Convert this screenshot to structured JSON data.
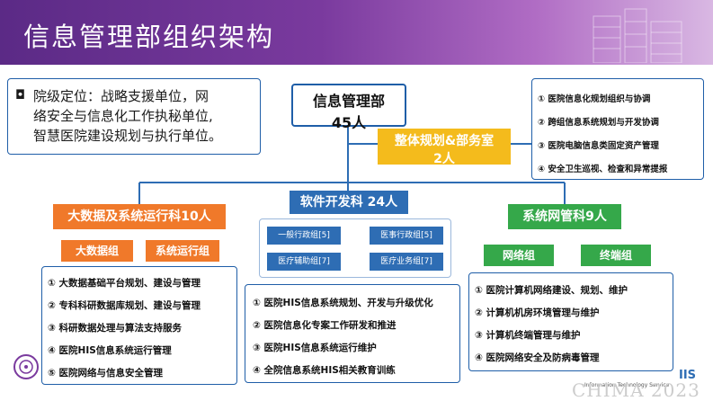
{
  "header": {
    "title": "信息管理部组织架构"
  },
  "position_box": {
    "bullet": "◘",
    "text_lines": [
      "院级定位：战略支援单位，网",
      "络安全与信息化工作执秘单位,",
      "智慧医院建设规划与执行单位。"
    ]
  },
  "root": {
    "name": "信息管理部",
    "count": "45人"
  },
  "planning": {
    "name": "整体规划&部务室",
    "count": "2人"
  },
  "planning_duties": [
    "① 医院信息化规划组织与协调",
    "② 跨组信息系统规划与开发协调",
    "③ 医院电脑信息类固定资产管理",
    "④ 安全卫生巡视、检查和异常提报"
  ],
  "software": {
    "name": "软件开发科 24人",
    "groups": [
      "一般行政组[5]",
      "医事行政组[5]",
      "医疗辅助组[7]",
      "医疗业务组[7]"
    ],
    "duties": [
      "① 医院HIS信息系统规划、开发与升级优化",
      "② 医院信息化专案工作研发和推进",
      "③ 医院HIS信息系统运行维护",
      "④ 全院信息系统HIS相关教育训练"
    ]
  },
  "bigdata": {
    "name": "大数据及系统运行科10人",
    "groups": [
      "大数据组",
      "系统运行组"
    ],
    "duties": [
      "① 大数据基础平台规划、建设与管理",
      "② 专科科研数据库规划、建设与管理",
      "③ 科研数据处理与算法支持服务",
      "④ 医院HIS信息系统运行管理",
      "⑤ 医院网络与信息安全管理"
    ]
  },
  "network": {
    "name": "系统网管科9人",
    "groups": [
      "网络组",
      "终端组"
    ],
    "duties": [
      "① 医院计算机网络建设、规划、维护",
      "② 计算机机房环境管理与维护",
      "③ 计算机终端管理与维护",
      "④ 医院网络安全及防病毒管理"
    ]
  },
  "footer": {
    "org_tag": "Information Technology Service",
    "logo_text": "IIS",
    "watermark": "CHIMA 2023"
  },
  "colors": {
    "navy": "#2e6db4",
    "orange": "#f0792a",
    "green": "#35a84a",
    "gold": "#f4bb1c",
    "purple": "#5b2a86"
  }
}
